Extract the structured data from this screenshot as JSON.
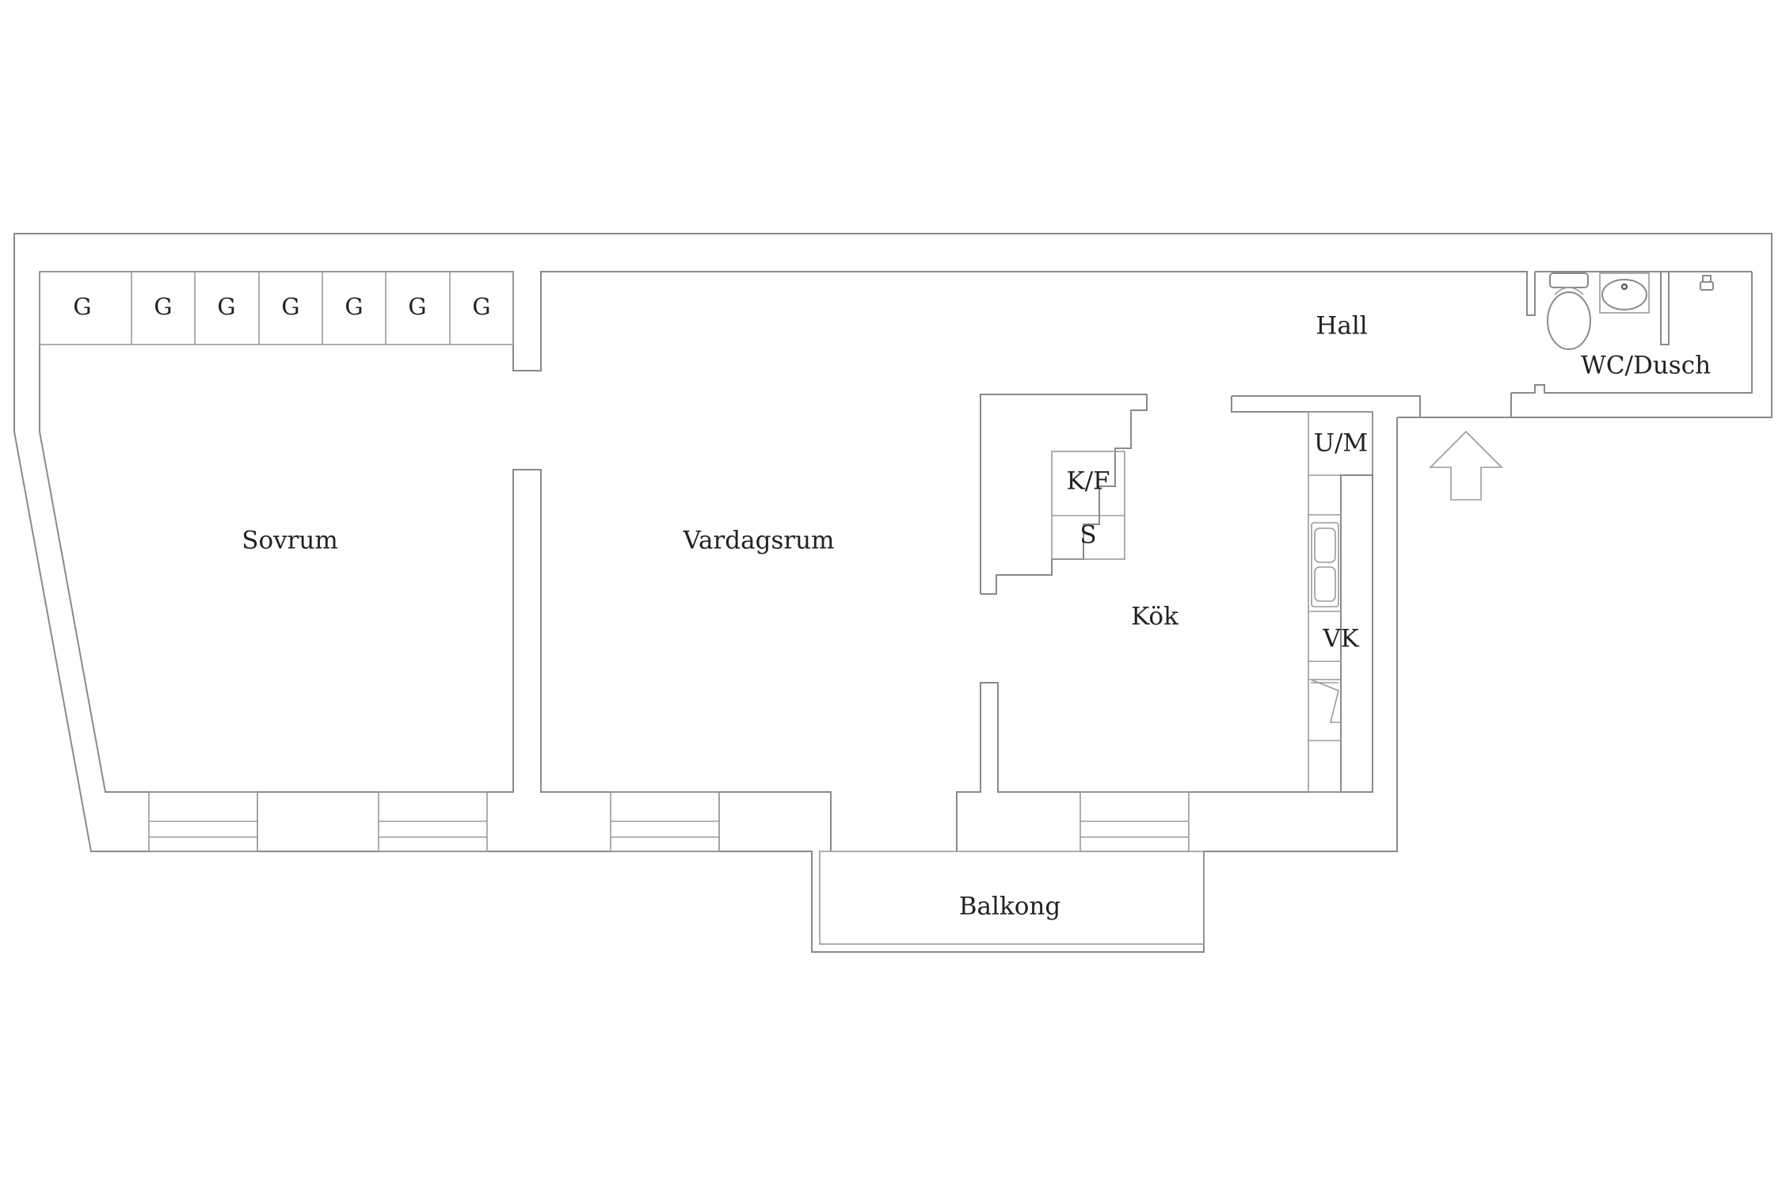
{
  "rooms": {
    "sovrum": "Sovrum",
    "vardagsrum": "Vardagsrum",
    "hall": "Hall",
    "wc_dusch": "WC/Dusch",
    "kok": "Kök",
    "balkong": "Balkong"
  },
  "fixtures": {
    "kf": "K/F",
    "s": "S",
    "um": "U/M",
    "vk": "VK"
  },
  "wardrobes": [
    "G",
    "G",
    "G",
    "G",
    "G",
    "G",
    "G"
  ],
  "colors": {
    "wall": "#8a8a8a",
    "text": "#222222",
    "background": "#ffffff"
  },
  "entrance_icon": "up-arrow-icon"
}
